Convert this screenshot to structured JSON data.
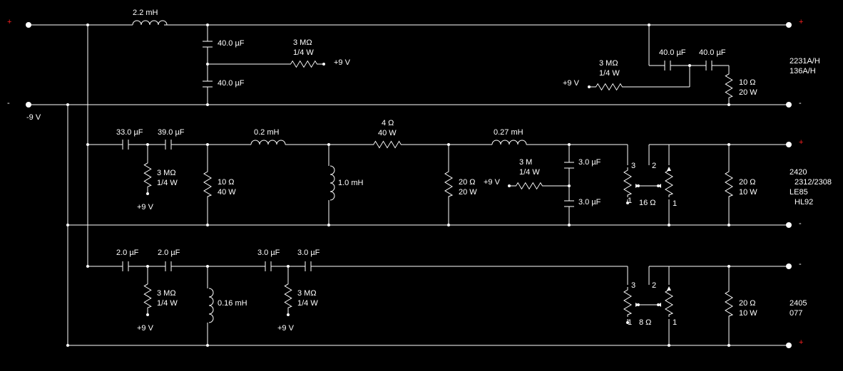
{
  "diagram": {
    "top": {
      "inductor": "2.2 mH",
      "cap_upper": "40.0 µF",
      "cap_lower": "40.0 µF",
      "bias_res": "3 MΩ",
      "bias_res_power": "1/4 W",
      "bias_volt": "+9 V",
      "right_bias_res": "3 MΩ",
      "right_bias_power": "1/4 W",
      "right_bias_volt": "+9 V",
      "right_cap1": "40.0 µF",
      "right_cap2": "40.0 µF",
      "right_res": "10 Ω",
      "right_res_power": "20 W",
      "model_line1": "2231A/H",
      "model_line2": "136A/H"
    },
    "minus_supply": "-9 V",
    "mid": {
      "cap1": "33.0 µF",
      "cap2": "39.0 µF",
      "bias_res": "3 MΩ",
      "bias_res_power": "1/4 W",
      "bias_volt": "+9 V",
      "res1": "10 Ω",
      "res1_power": "40 W",
      "ind1": "0.2 mH",
      "ind2": "1.0 mH",
      "series_res": "4 Ω",
      "series_res_power": "40 W",
      "shunt_res": "20 Ω",
      "shunt_res_power": "20 W",
      "ind3": "0.27 mH",
      "bias2_res": "3 M",
      "bias2_res_power": "1/4 W",
      "bias2_volt": "+9 V",
      "cap3": "3.0 µF",
      "cap4": "3.0 µF",
      "pot_pin3": "3",
      "pot_pin2": "2",
      "pot_pin1a": "1",
      "pot_pin1b": "1",
      "pot_value": "16 Ω",
      "load_res": "20 Ω",
      "load_res_power": "10 W",
      "model_line1": "2420",
      "model_line2": "2312/2308",
      "model_line3": "LE85",
      "model_line4": "HL92"
    },
    "bot": {
      "cap1": "2.0 µF",
      "cap2": "2.0 µF",
      "bias_res": "3 MΩ",
      "bias_res_power": "1/4 W",
      "bias_volt": "+9 V",
      "ind": "0.16 mH",
      "cap3": "3.0 µF",
      "cap4": "3.0 µF",
      "bias2_res": "3 MΩ",
      "bias2_res_power": "1/4 W",
      "bias2_volt": "+9 V",
      "pot_pin3": "3",
      "pot_pin2": "2",
      "pot_pin1a": "1",
      "pot_pin1b": "1",
      "pot_value": "8 Ω",
      "load_res": "20 Ω",
      "load_res_power": "10 W",
      "model_line1": "2405",
      "model_line2": "077"
    },
    "polarity": {
      "in_plus": "+",
      "in_minus": "-",
      "out1_plus": "+",
      "out1_minus": "-",
      "out2_plus": "+",
      "out2_minus": "-",
      "out3_minus": "-",
      "out3_plus": "+"
    },
    "colors": {
      "wire": "#ffffff",
      "background": "#000000",
      "plus": "#ff2020"
    }
  }
}
